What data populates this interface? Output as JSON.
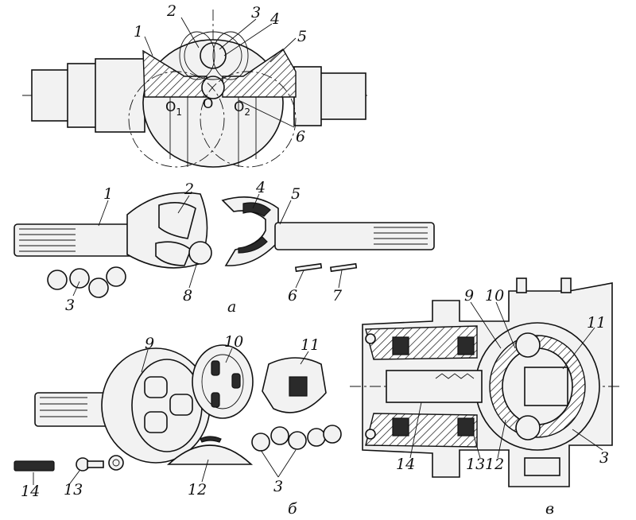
{
  "labels": {
    "top": [
      "1",
      "2",
      "3",
      "4",
      "5",
      "6"
    ],
    "centers": [
      "O",
      "O",
      "O"
    ],
    "center_subs": [
      "",
      "1",
      "2"
    ],
    "a": [
      "1",
      "2",
      "4",
      "5",
      "3",
      "8",
      "6",
      "7"
    ],
    "b": [
      "9",
      "10",
      "11",
      "12",
      "3",
      "14",
      "13"
    ],
    "v": [
      "9",
      "10",
      "11",
      "3",
      "14",
      "13",
      "12"
    ]
  },
  "captions": {
    "a": "а",
    "b": "б",
    "v": "в"
  }
}
